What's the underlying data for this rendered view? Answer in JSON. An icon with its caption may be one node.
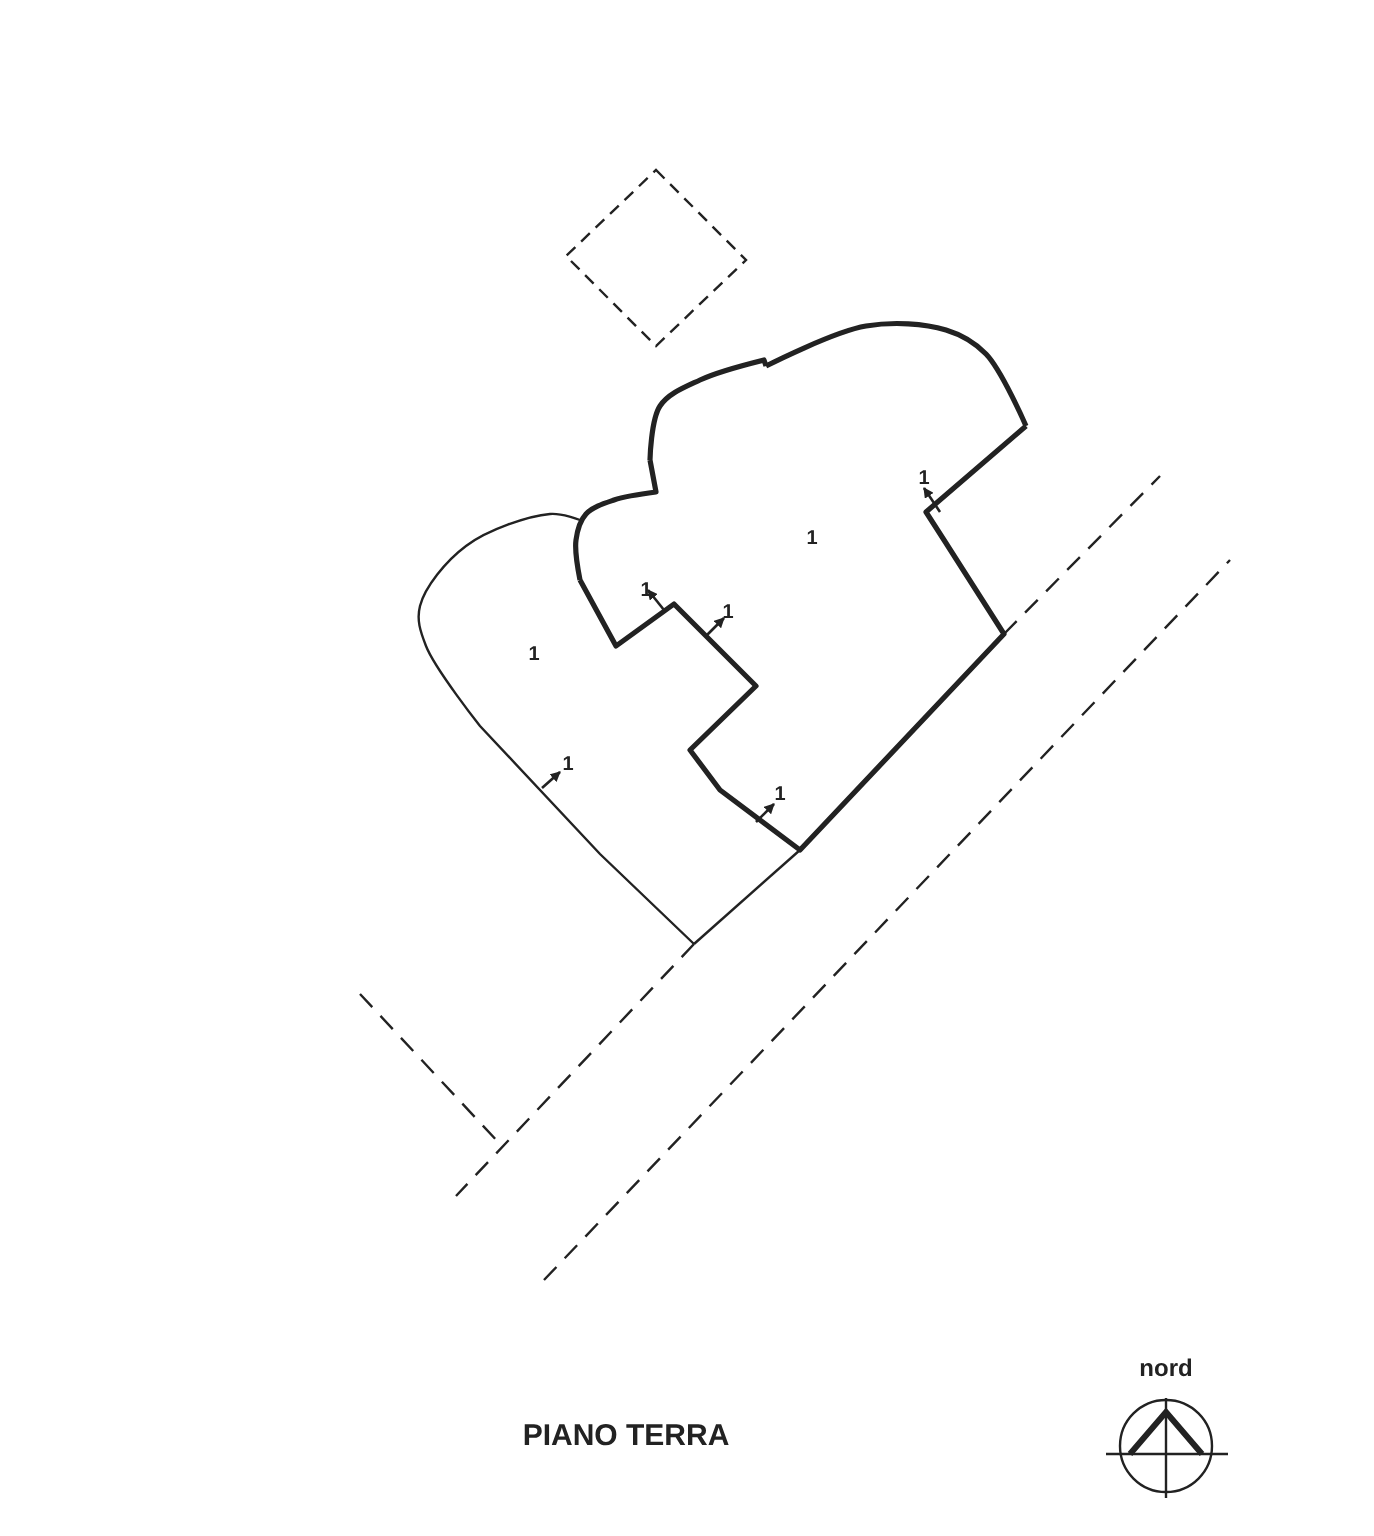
{
  "diagram": {
    "labels": [
      "1",
      "1",
      "1",
      "1",
      "1",
      "1",
      "1",
      "PIANO TERRA",
      "nord"
    ]
  }
}
